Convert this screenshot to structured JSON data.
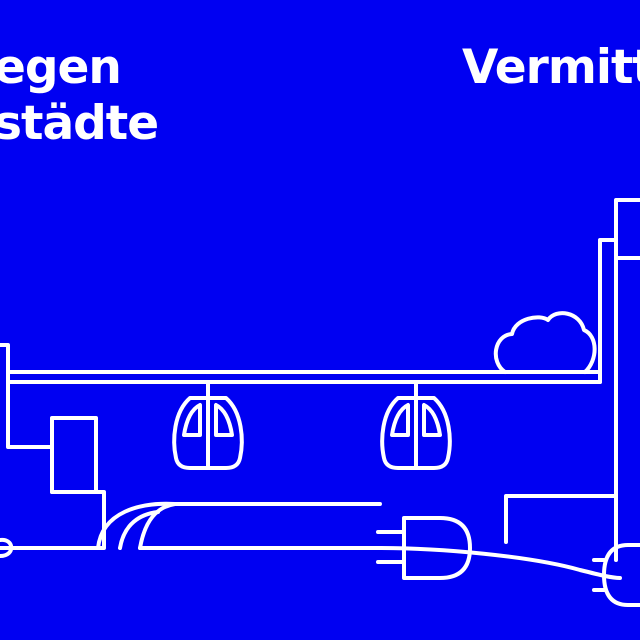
{
  "headline_left": {
    "line1": "egen",
    "line2": "städte"
  },
  "headline_right": {
    "line1": "Vermitt"
  },
  "colors": {
    "background": "#0000f2",
    "foreground": "#ffffff"
  },
  "icons": [
    "city-buildings-icon",
    "cable-car-icon",
    "tree-icon",
    "plug-icon",
    "power-cable-icon"
  ]
}
